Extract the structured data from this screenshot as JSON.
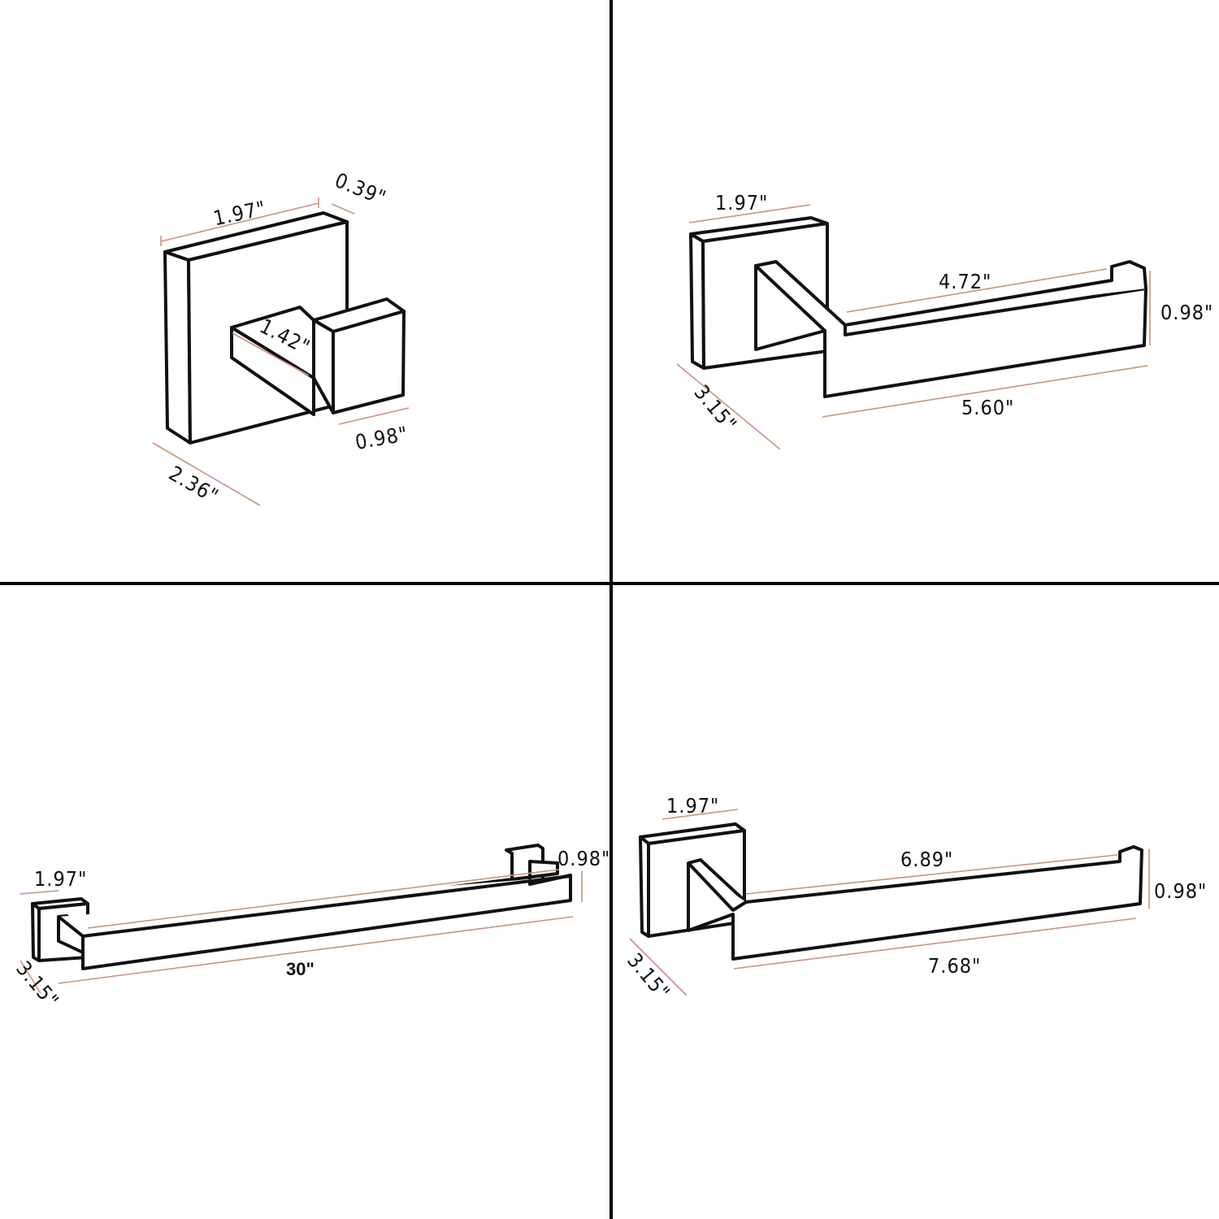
{
  "colors": {
    "outline": "#111111",
    "dimension_line": "#c9937c",
    "divider": "#000000"
  },
  "panels": [
    {
      "name": "robe-hook",
      "dims": {
        "width": "1.97\"",
        "depth": "0.39\"",
        "arm": "1.42\"",
        "hook_width": "0.98\"",
        "height": "2.36\""
      }
    },
    {
      "name": "toilet-paper-holder",
      "dims": {
        "plate": "1.97\"",
        "inner": "4.72\"",
        "height": "0.98\"",
        "length": "5.60\"",
        "plate_height": "3.15\""
      }
    },
    {
      "name": "towel-bar",
      "dims": {
        "plate": "1.97\"",
        "height": "0.98\"",
        "length": "30\"",
        "plate_height": "3.15\""
      }
    },
    {
      "name": "hand-towel-holder",
      "dims": {
        "plate": "1.97\"",
        "inner": "6.89\"",
        "height": "0.98\"",
        "length": "7.68\"",
        "plate_height": "3.15\""
      }
    }
  ]
}
